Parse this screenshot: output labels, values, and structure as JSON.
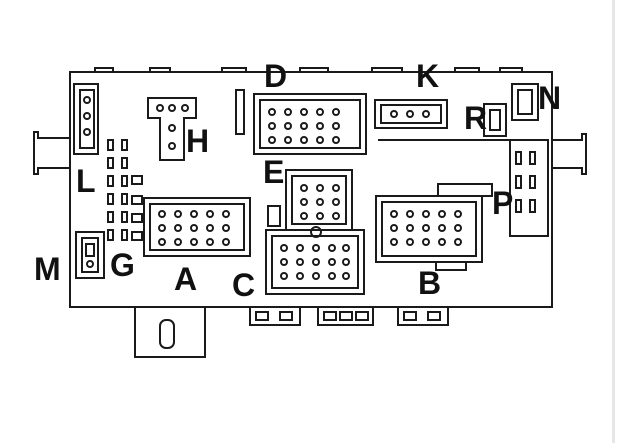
{
  "connectors": {
    "A": "A",
    "B": "B",
    "C": "C",
    "D": "D",
    "E": "E",
    "G": "G",
    "H": "H",
    "K": "K",
    "L": "L",
    "M": "M",
    "N": "N",
    "P": "P",
    "R": "R"
  },
  "colors": {
    "line": "#1a1a1a",
    "background": "#ffffff"
  }
}
